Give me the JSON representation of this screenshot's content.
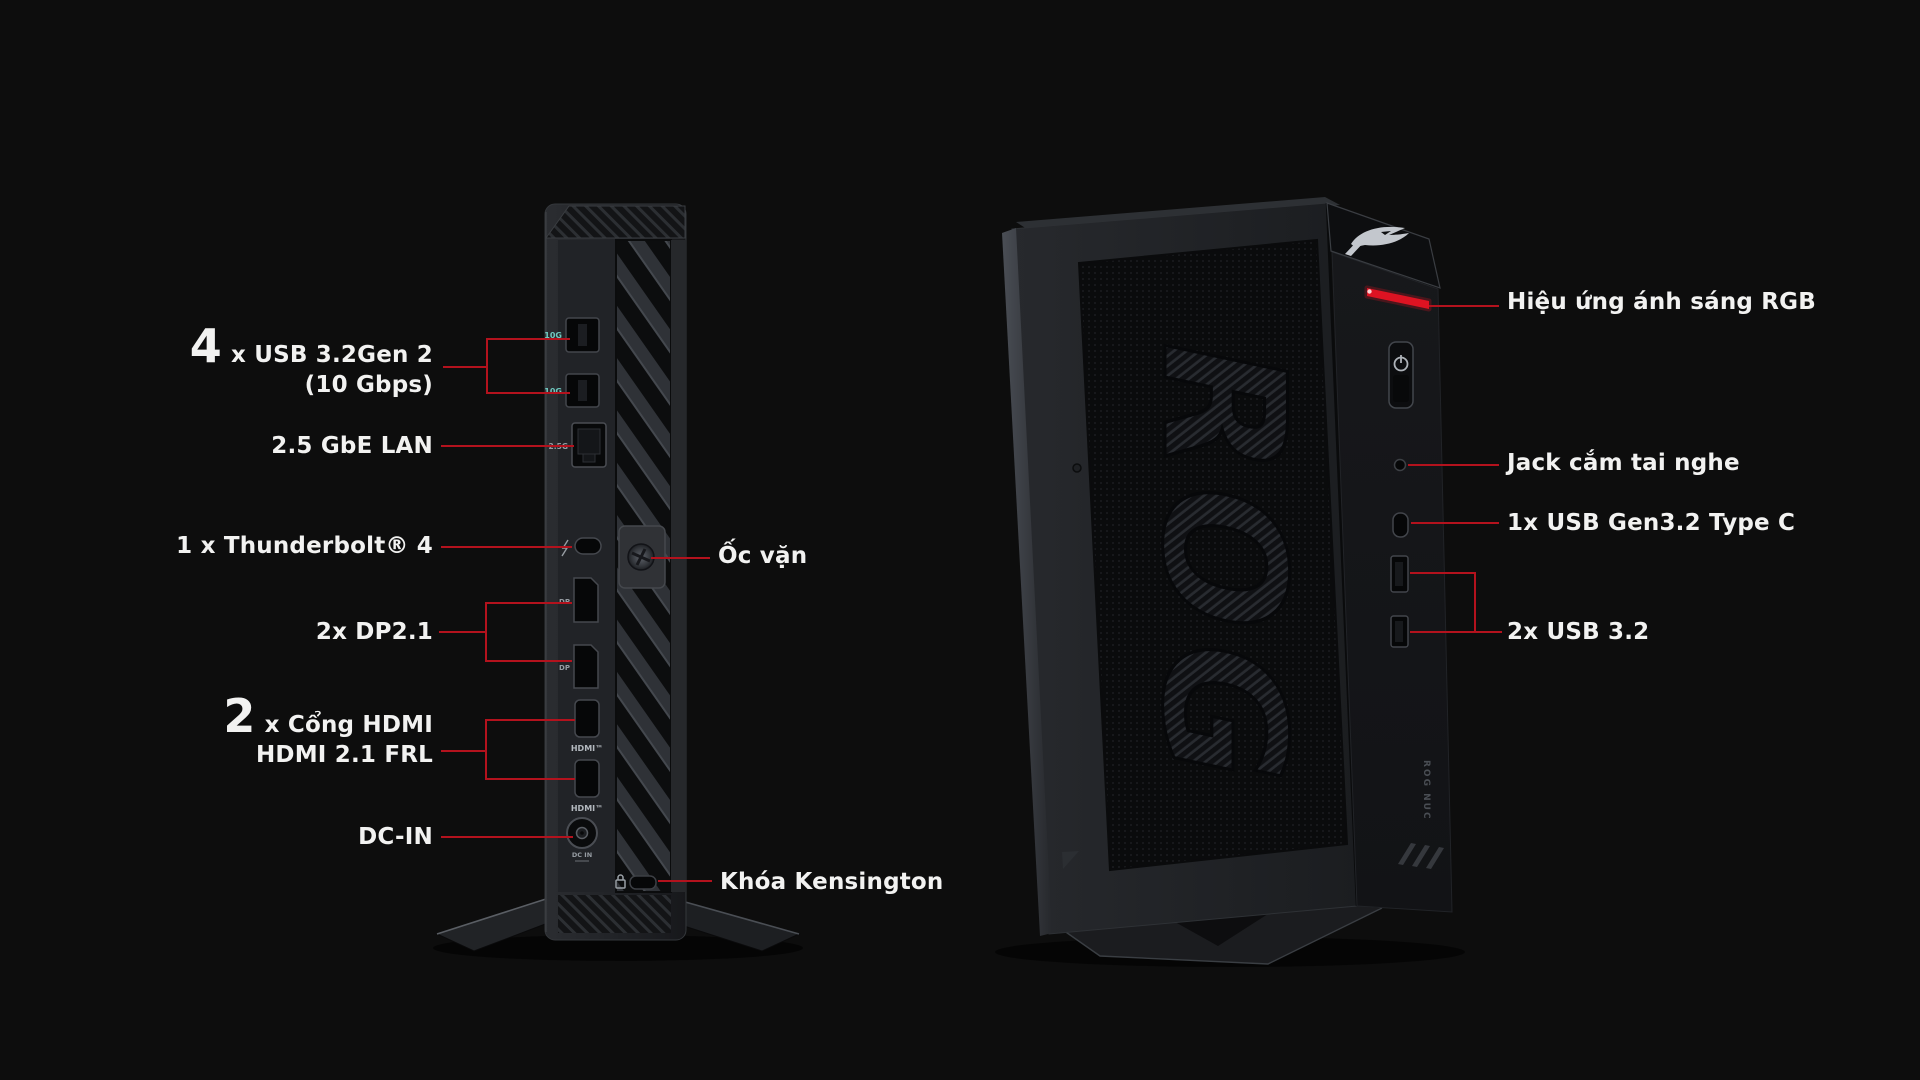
{
  "colors": {
    "background": "#0d0d0d",
    "label_text": "#f2f2f1",
    "connector_red": "#b3121d",
    "rgb_strip_red": "#dd1322"
  },
  "rear": {
    "labels": {
      "usb": {
        "big": "4",
        "text": "x USB 3.2Gen 2",
        "line2": "(10 Gbps)"
      },
      "lan": {
        "text": "2.5 GbE LAN"
      },
      "thunderbolt": {
        "text": "1 x Thunderbolt® 4"
      },
      "dp": {
        "text": "2x DP2.1"
      },
      "hdmi": {
        "big": "2",
        "text": "x Cổng HDMI",
        "line2": "HDMI 2.1 FRL"
      },
      "dc_in": {
        "text": "DC-IN"
      },
      "screw": {
        "text": "Ốc vặn"
      },
      "kensington": {
        "text": "Khóa Kensington"
      }
    },
    "device": {
      "usb_badge": "10G",
      "lan_badge": "2.5G",
      "dp_badge": "DP",
      "hdmi_port_label": "HDMI™",
      "dc_port_label": "DC IN"
    }
  },
  "front": {
    "labels": {
      "rgb": {
        "text": "Hiệu ứng ánh sáng RGB"
      },
      "audio": {
        "text": "Jack cắm tai nghe"
      },
      "usbc": {
        "text": "1x USB Gen3.2 Type C"
      },
      "usba": {
        "text": "2x USB 3.2"
      }
    },
    "device": {
      "mesh_text": "ROG",
      "side_text": "ROG NUC"
    }
  }
}
